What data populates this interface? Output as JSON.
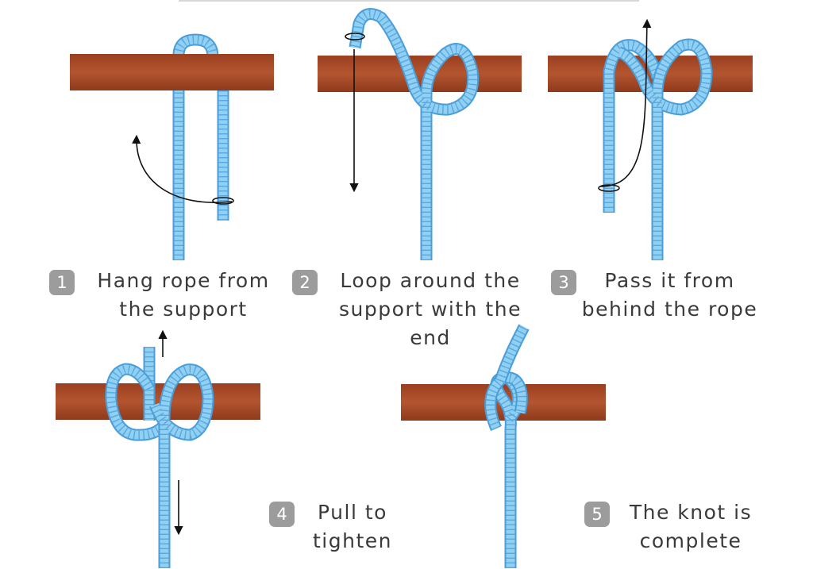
{
  "steps": [
    {
      "number": "1",
      "text": "Hang rope from the support"
    },
    {
      "number": "2",
      "text": "Loop around the support with the end"
    },
    {
      "number": "3",
      "text": "Pass it from behind the rope"
    },
    {
      "number": "4",
      "text": "Pull to tighten"
    },
    {
      "number": "5",
      "text": "The knot is complete"
    }
  ],
  "colors": {
    "support": "#a84a28",
    "rope": "#8fd0f3",
    "rope_edge": "#4b9dd9",
    "arrow": "#111111",
    "badge": "#9c9c9c",
    "text": "#3a3a3a"
  }
}
